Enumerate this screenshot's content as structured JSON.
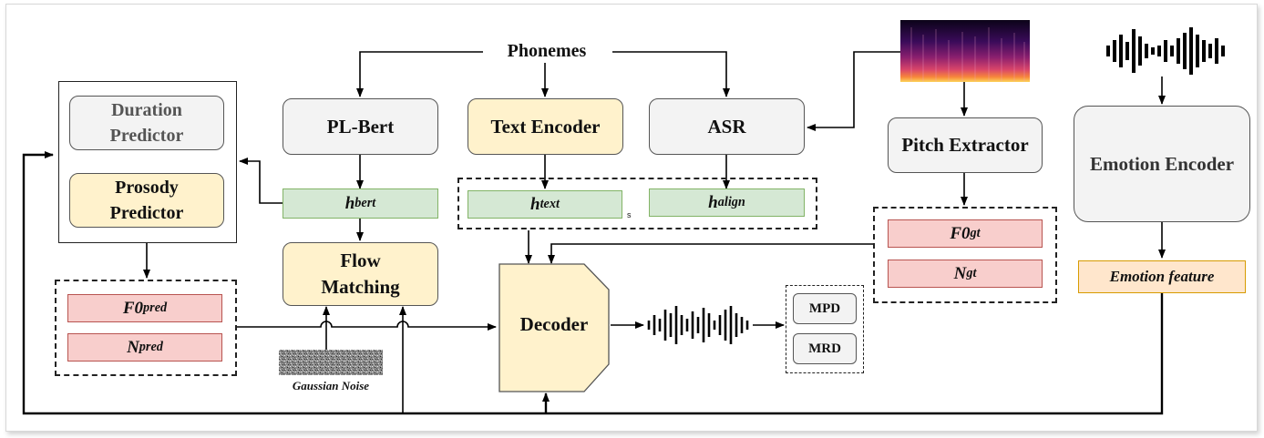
{
  "phonemes": "Phonemes",
  "boxes": {
    "duration_predictor": "Duration Predictor",
    "prosody_predictor": "Prosody Predictor",
    "pl_bert": "PL-Bert",
    "text_encoder": "Text Encoder",
    "asr": "ASR",
    "pitch_extractor": "Pitch Extractor",
    "emotion_encoder": "Emotion Encoder",
    "flow_matching": "Flow Matching",
    "decoder": "Decoder",
    "mpd": "MPD",
    "mrd": "MRD"
  },
  "features": {
    "h_bert": {
      "base": "h",
      "sub": "bert"
    },
    "h_text": {
      "base": "h",
      "sub": "text"
    },
    "h_align": {
      "base": "h",
      "sub": "align"
    },
    "f0_pred": {
      "base": "F0",
      "sub": "pred"
    },
    "n_pred": {
      "base": "N",
      "sub": "pred"
    },
    "f0_gt": {
      "base": "F0",
      "sub": "gt"
    },
    "n_gt": {
      "base": "N",
      "sub": "gt"
    },
    "emotion_feature": "Emotion feature"
  },
  "gaussian_noise": "Gaussian Noise",
  "small_s": "s",
  "colors": {
    "gray_box": "#f3f3f3",
    "yellow_box": "#fff2cc",
    "green_feature": "#d5e8d4",
    "red_feature": "#f8cecc",
    "emotion_feature": "#ffe6cc"
  }
}
